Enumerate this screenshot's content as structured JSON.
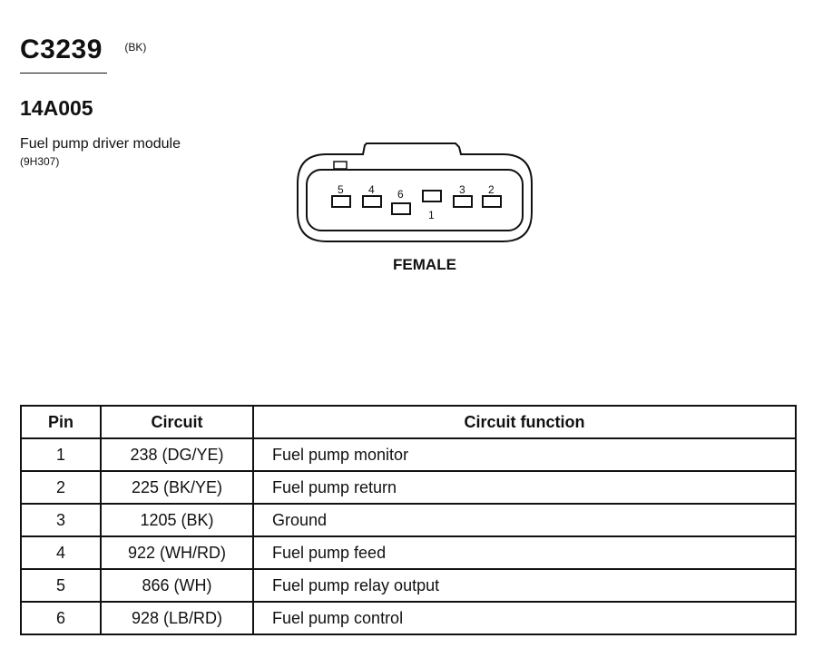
{
  "connector": {
    "id": "C3239",
    "color": "(BK)",
    "part_number": "14A005",
    "description": "Fuel pump driver module",
    "description_part": "(9H307)",
    "view": "FEMALE",
    "pin_labels": [
      "5",
      "4",
      "6",
      "1",
      "3",
      "2"
    ]
  },
  "table": {
    "headers": [
      "Pin",
      "Circuit",
      "Circuit function"
    ],
    "rows": [
      {
        "pin": "1",
        "circuit": "238 (DG/YE)",
        "function": "Fuel pump monitor"
      },
      {
        "pin": "2",
        "circuit": "225 (BK/YE)",
        "function": "Fuel pump return"
      },
      {
        "pin": "3",
        "circuit": "1205 (BK)",
        "function": "Ground"
      },
      {
        "pin": "4",
        "circuit": "922 (WH/RD)",
        "function": "Fuel pump feed"
      },
      {
        "pin": "5",
        "circuit": "866 (WH)",
        "function": "Fuel pump relay output"
      },
      {
        "pin": "6",
        "circuit": "928 (LB/RD)",
        "function": "Fuel pump control"
      }
    ]
  }
}
